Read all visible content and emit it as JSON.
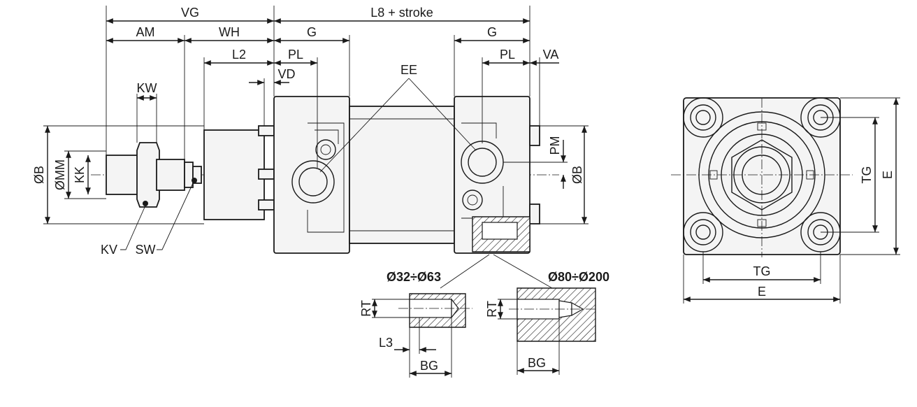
{
  "labels": {
    "vg": "VG",
    "l8_stroke": "L8 + stroke",
    "am": "AM",
    "wh": "WH",
    "g_left": "G",
    "g_right": "G",
    "l2": "L2",
    "pl_left": "PL",
    "pl_right": "PL",
    "va": "VA",
    "vd": "VD",
    "ee": "EE",
    "kw": "KW",
    "ob_left": "ØB",
    "omm": "ØMM",
    "kk": "KK",
    "pm": "PM",
    "ob_right": "ØB",
    "kv": "KV",
    "sw": "SW",
    "bore_small": "Ø32÷Ø63",
    "bore_large": "Ø80÷Ø200",
    "rt_small": "RT",
    "rt_large": "RT",
    "l3": "L3",
    "bg_small": "BG",
    "bg_large": "BG",
    "tg_vertical": "TG",
    "e_vertical": "E",
    "tg_horizontal": "TG",
    "e_horizontal": "E"
  },
  "colors": {
    "line": "#1a1a1a",
    "fill": "#f4f4f4",
    "background": "#ffffff"
  }
}
